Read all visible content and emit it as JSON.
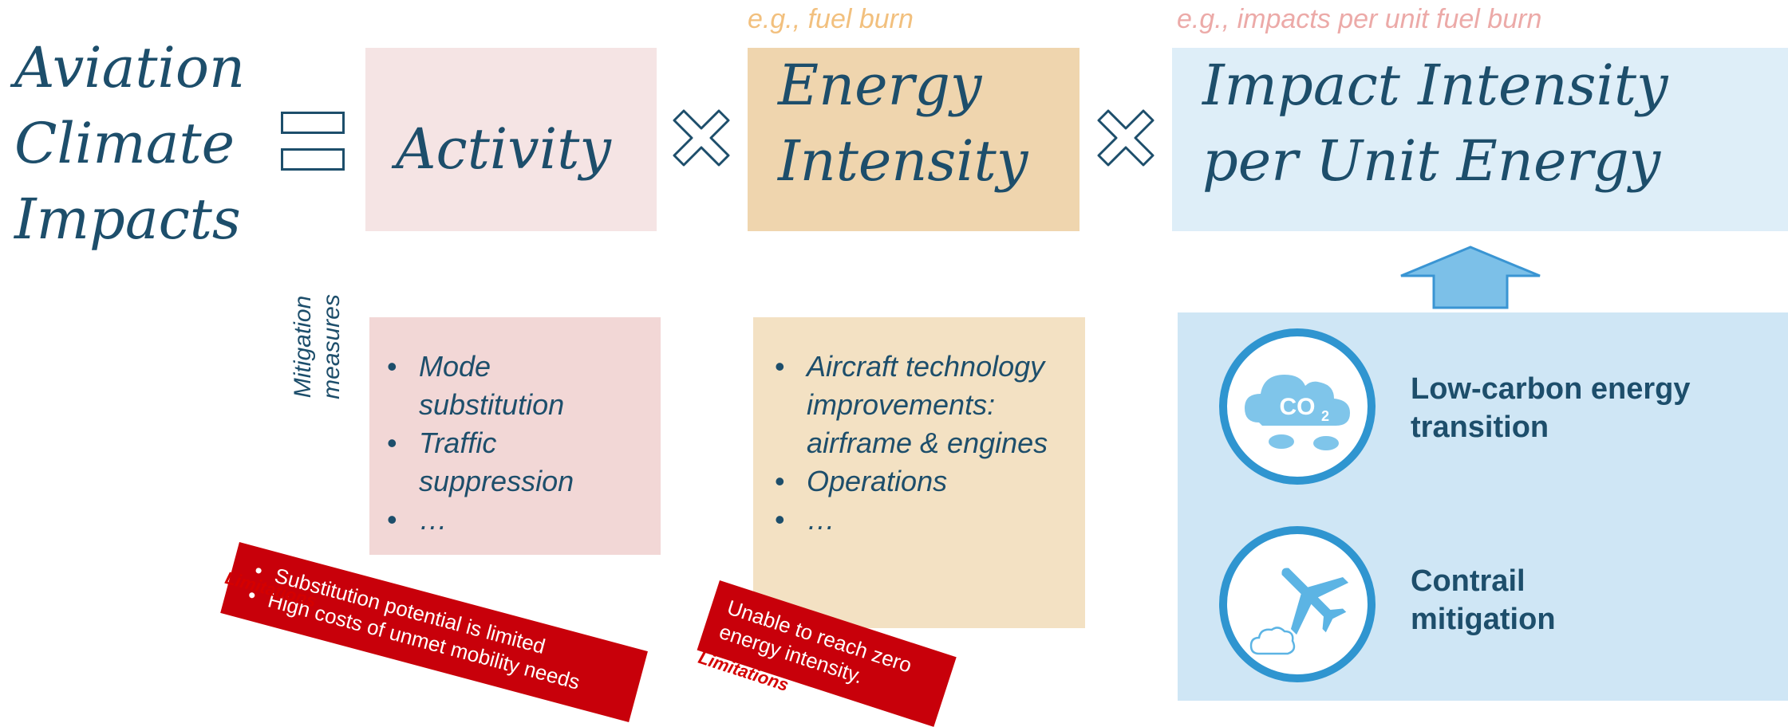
{
  "title": {
    "line1": "Aviation",
    "line2": "Climate",
    "line3": "Impacts"
  },
  "factors": {
    "activity": {
      "title": "Activity"
    },
    "energy": {
      "title_line1": "Energy",
      "title_line2": "Intensity",
      "example": "e.g., fuel burn"
    },
    "impact": {
      "title_line1": "Impact Intensity",
      "title_line2": "per Unit Energy",
      "example": "e.g., impacts per unit fuel burn"
    }
  },
  "mitigation": {
    "label_line1": "Mitigation",
    "label_line2": "measures",
    "activity_items": [
      "Mode substitution",
      "Traffic suppression",
      "…"
    ],
    "energy_items": [
      "Aircraft technology improvements: airframe & engines",
      "Operations",
      "…"
    ],
    "impact_items": [
      {
        "label_line1": "Low-carbon energy",
        "label_line2": "transition",
        "icon": "co2-cloud-icon",
        "icon_text": "CO",
        "icon_sub": "2"
      },
      {
        "label_line1": "Contrail",
        "label_line2": "mitigation",
        "icon": "airplane-contrail-icon"
      }
    ]
  },
  "limitations": {
    "heading": "Limitations",
    "activity_items": [
      "Substitution potential is limited",
      "High costs of unmet mobility needs"
    ],
    "energy_text_line1": "Unable to reach zero",
    "energy_text_line2": "energy intensity."
  },
  "colors": {
    "text_dark": "#1d4e6b",
    "activity_box": "#f5e4e4",
    "energy_box": "#efd5ae",
    "impact_box": "#deeef8",
    "limitation_red": "#c8000a",
    "accent_blue": "#2f95d0"
  }
}
